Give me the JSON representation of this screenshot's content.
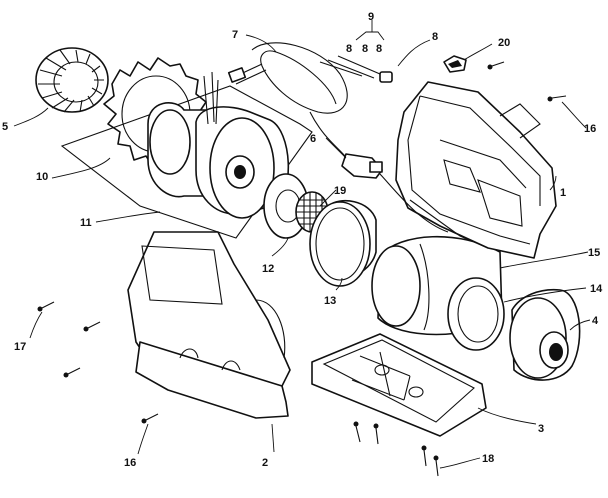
{
  "callouts": {
    "c1": "1",
    "c2": "2",
    "c3": "3",
    "c4": "4",
    "c5": "5",
    "c6": "6",
    "c7": "7",
    "c8": "8",
    "c9": "9",
    "c9a": "8",
    "c9b": "8",
    "c9c": "8",
    "c10": "10",
    "c11": "11",
    "c12": "12",
    "c13": "13",
    "c14": "14",
    "c15": "15",
    "c16a": "16",
    "c16b": "16",
    "c17": "17",
    "c18": "18",
    "c19": "19",
    "c20": "20"
  }
}
